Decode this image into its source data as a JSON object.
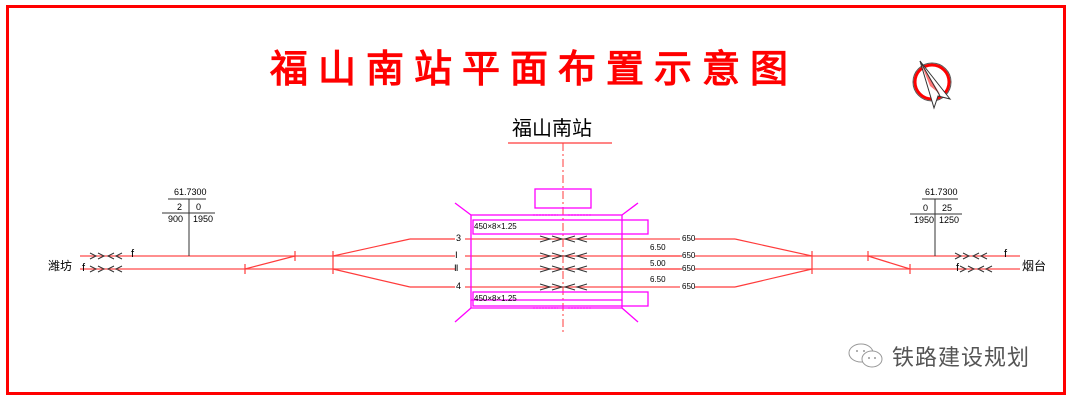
{
  "title": "福山南站平面布置示意图",
  "station": {
    "name": "福山南站"
  },
  "endpoints": {
    "left": "潍坊",
    "right": "烟台"
  },
  "grade_markers": {
    "left": {
      "chainage": "61.7300",
      "top_left": "2",
      "top_right": "0",
      "bottom_left": "900",
      "bottom_right": "1950"
    },
    "right": {
      "chainage": "61.7300",
      "top_left": "0",
      "top_right": "25",
      "bottom_left": "1950",
      "bottom_right": "1250"
    }
  },
  "tracks": [
    {
      "id": "3",
      "label": "3",
      "length": "650"
    },
    {
      "id": "I",
      "label": "Ⅰ",
      "length": "650"
    },
    {
      "id": "II",
      "label": "Ⅱ",
      "length": "650"
    },
    {
      "id": "4",
      "label": "4",
      "length": "650"
    }
  ],
  "track_spacings": [
    "6.50",
    "5.00",
    "6.50"
  ],
  "platforms": {
    "top": "450×8×1.25",
    "bottom": "450×8×1.25"
  },
  "signal_markers": {
    "f": "f"
  },
  "compass": {
    "icon": "north-arrow-icon"
  },
  "watermark": {
    "icon": "wechat-icon",
    "text": "铁路建设规划"
  },
  "colors": {
    "frame": "#ff0000",
    "title": "#ff0000",
    "track": "#ff3b3b",
    "platform": "#ff00ff",
    "text": "#000000"
  }
}
